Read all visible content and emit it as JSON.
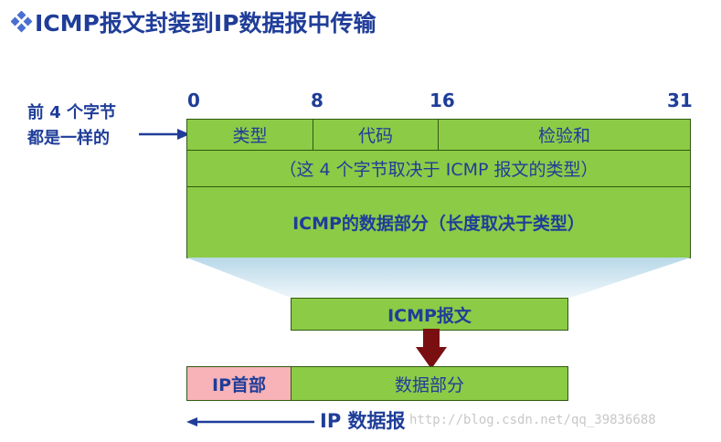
{
  "title": "ICMP报文封装到IP数据报中传输",
  "side_label": {
    "line1": "前 4 个字节",
    "line2": "都是一样的"
  },
  "bit_positions": [
    "0",
    "8",
    "16",
    "31"
  ],
  "header_fields": {
    "type": "类型",
    "code": "代码",
    "checksum": "检验和",
    "row2": "（这 4 个字节取决于 ICMP 报文的类型）",
    "data": "ICMP的数据部分（长度取决于类型）"
  },
  "icmp_message_label": "ICMP报文",
  "ip_datagram": {
    "header": "IP首部",
    "data": "数据部分",
    "label": "IP 数据报"
  },
  "watermark": "http://blog.csdn.net/qq_39836688",
  "colors": {
    "green": "#8ccb46",
    "pink": "#f7b3b7",
    "text_blue": "#1f3d99",
    "arrow_red": "#7a0f12"
  },
  "icons": {
    "bullet": "diamond-bullet-icon",
    "down_arrow": "down-arrow-icon"
  }
}
